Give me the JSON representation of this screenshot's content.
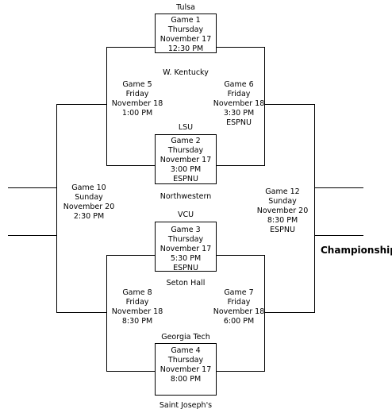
{
  "teams": {
    "tulsa": "Tulsa",
    "w_kentucky": "W. Kentucky",
    "lsu": "LSU",
    "northwestern": "Northwestern",
    "vcu": "VCU",
    "seton_hall": "Seton Hall",
    "georgia_tech": "Georgia Tech",
    "saint_josephs": "Saint Joseph's"
  },
  "games": {
    "g1": [
      "Game 1",
      "Thursday",
      "November 17",
      "12:30 PM"
    ],
    "g2": [
      "Game 2",
      "Thursday",
      "November 17",
      "3:00 PM",
      "ESPNU"
    ],
    "g3": [
      "Game 3",
      "Thursday",
      "November 17",
      "5:30 PM",
      "ESPNU"
    ],
    "g4": [
      "Game 4",
      "Thursday",
      "November 17",
      "8:00 PM"
    ],
    "g5": [
      "Game 5",
      "Friday",
      "November 18",
      "1:00 PM"
    ],
    "g6": [
      "Game 6",
      "Friday",
      "November 18",
      "3:30 PM",
      "ESPNU"
    ],
    "g7": [
      "Game 7",
      "Friday",
      "November 18",
      "6:00 PM"
    ],
    "g8": [
      "Game 8",
      "Friday",
      "November 18",
      "8:30 PM"
    ],
    "g10": [
      "Game 10",
      "Sunday",
      "November 20",
      "2:30 PM"
    ],
    "g12": [
      "Game 12",
      "Sunday",
      "November 20",
      "8:30 PM",
      "ESPNU"
    ]
  },
  "championship": "Championship"
}
